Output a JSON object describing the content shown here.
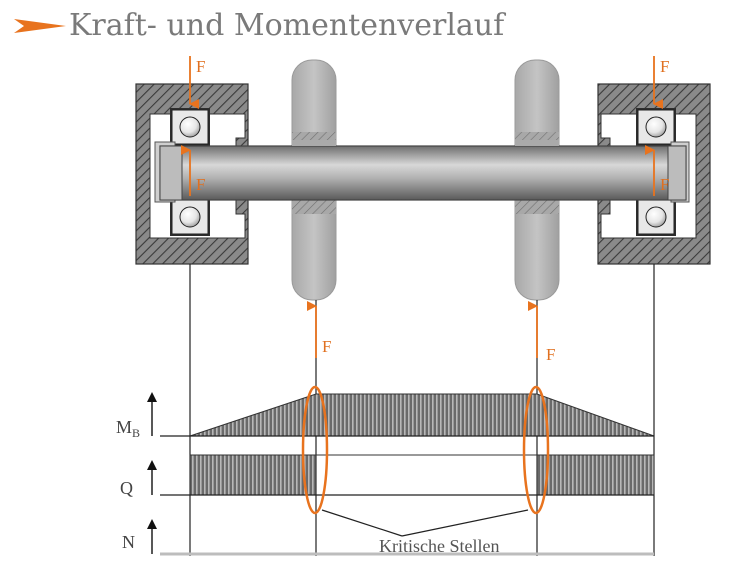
{
  "title": "Kraft- und Momentenverlauf",
  "colors": {
    "accent": "#e8731e",
    "housing": "#5a5a5a",
    "hatch": "#3c3c3c",
    "wheel": "#b4b4b4",
    "shaft": "#9a9a9a",
    "diagram_fill": "#8c8c8c"
  },
  "forces": {
    "top_left": "F",
    "top_right": "F",
    "inner_left": "F",
    "inner_right": "F",
    "bottom_left": "F",
    "bottom_right": "F"
  },
  "diagrams": {
    "moment": {
      "symbol": "M",
      "subscript": "B"
    },
    "shear": {
      "symbol": "Q"
    },
    "normal": {
      "symbol": "N"
    }
  },
  "annotation": "Kritische Stellen",
  "icons": [
    "orange-arrow-icon"
  ]
}
